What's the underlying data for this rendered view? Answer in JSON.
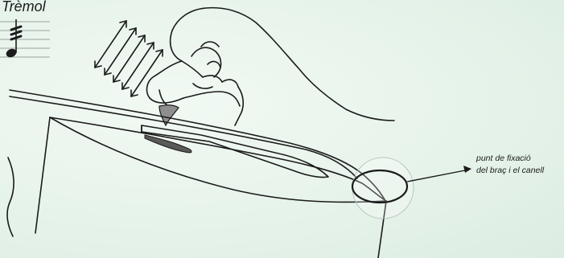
{
  "title": "Trèmol",
  "annotation": {
    "line1": "punt de fixació",
    "line2": "del braç i el canell"
  },
  "colors": {
    "background": "#e8f4ec",
    "ink": "#1b1b1b",
    "pick": "#8f8f8f"
  }
}
